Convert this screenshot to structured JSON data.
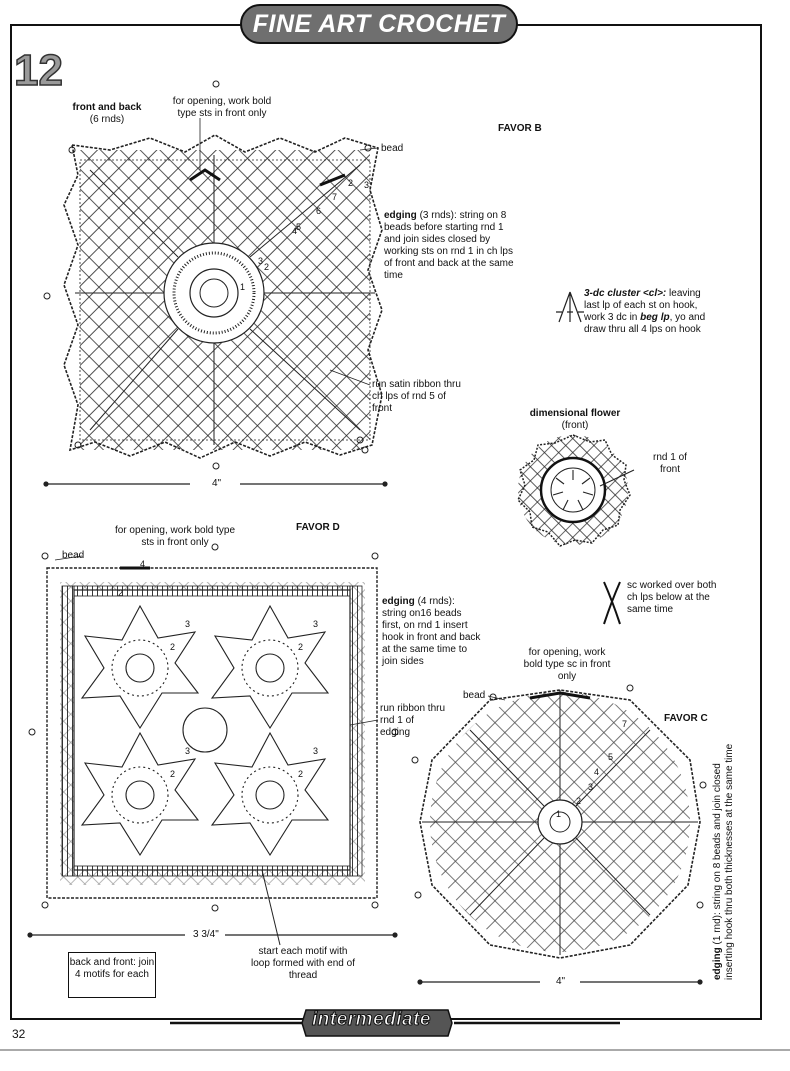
{
  "header": {
    "title": "FINE ART CROCHET"
  },
  "page_number_badge": "12",
  "page_number": "32",
  "level_badge": "intermediate",
  "favor_b": {
    "title": "FAVOR B",
    "front_back": "front and back",
    "rnds": "(6 rnds)",
    "opening_note": "for opening, work bold type sts in front only",
    "bead": "bead",
    "edging_label": "edging",
    "edging_text": "(3 rnds): string on 8 beads before starting rnd 1 and join sides closed by working sts on rnd 1 in ch lps of front and back at the same time",
    "ribbon_note": "run satin ribbon thru ch lps of rnd 5 of front",
    "size": "4\""
  },
  "cluster": {
    "label": "3-dc cluster <cl>:",
    "text1": "leaving last lp of each st on hook, work 3 dc in ",
    "beg_lp": "beg lp",
    "text2": ", yo and draw thru all 4 lps on hook"
  },
  "flower": {
    "title": "dimensional flower",
    "sub": "(front)",
    "rnd_note": "rnd 1 of front"
  },
  "sc_note": "sc worked over both ch lps below at the same time",
  "favor_d": {
    "title": "FAVOR D",
    "opening_note": "for opening, work bold type sts in front only",
    "bead": "bead",
    "edging_label": "edging",
    "edging_text": "(4 rnds): string on16 beads first, on rnd 1 insert hook in front and back at the same time to join sides",
    "ribbon_note": "run ribbon thru rnd 1 of edging",
    "size": "3 3/4\"",
    "box_note": "back and front: join 4 motifs for each",
    "start_note": "start each motif with loop formed with end of thread"
  },
  "favor_c": {
    "title": "FAVOR C",
    "opening_note": "for opening, work bold type sc in front only",
    "bead": "bead",
    "edging_label": "edging",
    "edging_text": "(1 rnd): string on 8 beads and join closed inserting hook thru both thicknesses at the same time",
    "size": "4\""
  },
  "round_numbers": {
    "b": [
      "1",
      "2",
      "3",
      "4",
      "5",
      "6",
      "7",
      "2",
      "3"
    ],
    "d": [
      "4",
      "3",
      "3",
      "2",
      "2",
      "3",
      "3",
      "2",
      "2",
      "2"
    ],
    "c": [
      "7",
      "5",
      "4",
      "3",
      "2",
      "1"
    ]
  }
}
